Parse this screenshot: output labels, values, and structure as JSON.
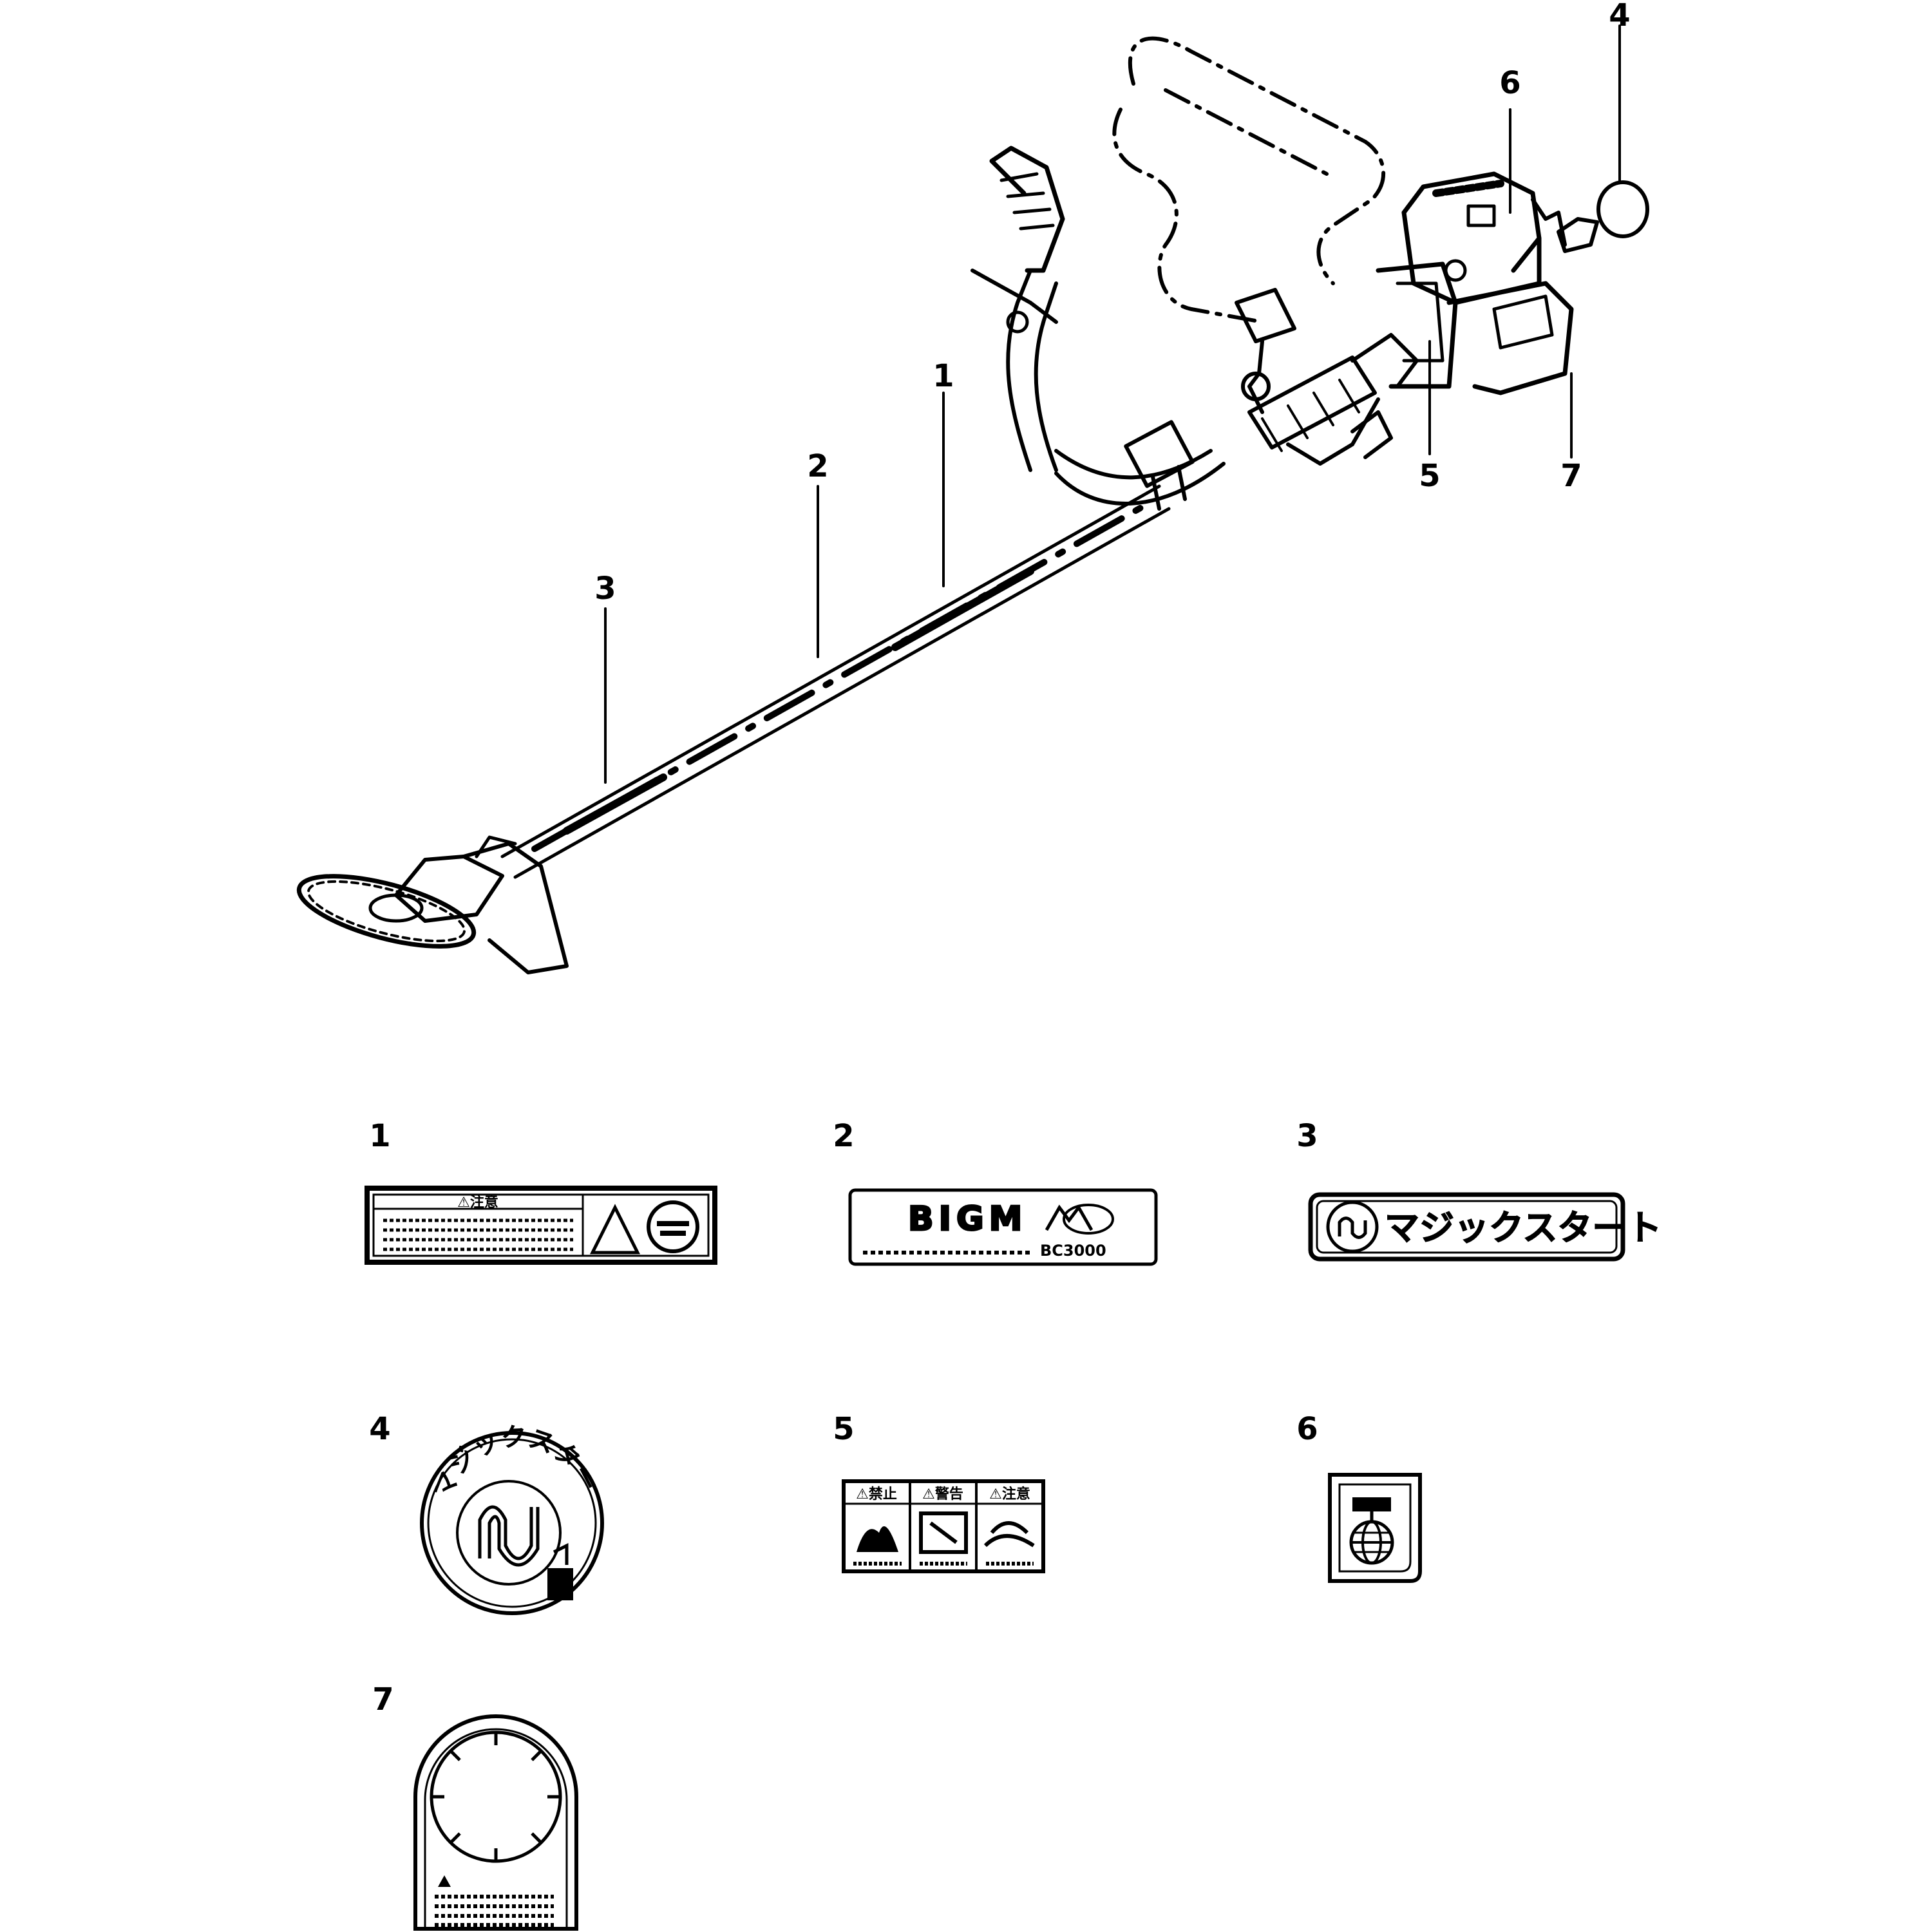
{
  "callouts": [
    {
      "id": "1",
      "label": "1"
    },
    {
      "id": "2",
      "label": "2"
    },
    {
      "id": "3",
      "label": "3"
    },
    {
      "id": "4",
      "label": "4"
    },
    {
      "id": "5",
      "label": "5"
    },
    {
      "id": "6",
      "label": "6"
    },
    {
      "id": "7",
      "label": "7"
    }
  ],
  "decals": [
    {
      "id": "1",
      "label": "1",
      "header": "⚠注意"
    },
    {
      "id": "2",
      "label": "2",
      "brand": "BIGM",
      "model": "BC3000"
    },
    {
      "id": "3",
      "label": "3",
      "text": "マジックスタート"
    },
    {
      "id": "4",
      "label": "4",
      "text": "マジックスタート"
    },
    {
      "id": "5",
      "label": "5",
      "panels": [
        "⚠禁止",
        "⚠警告",
        "⚠注意"
      ]
    },
    {
      "id": "6",
      "label": "6"
    },
    {
      "id": "7",
      "label": "7"
    }
  ]
}
